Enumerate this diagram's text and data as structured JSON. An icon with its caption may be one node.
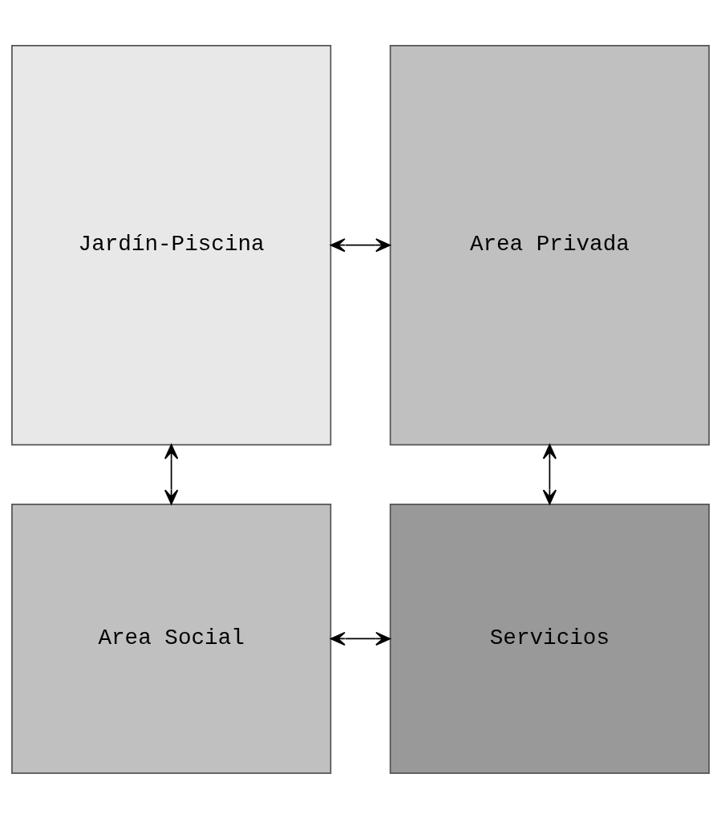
{
  "diagram": {
    "nodes": [
      {
        "text": [
          "Jardín-Piscina"
        ]
      },
      {
        "text": [
          "Area Privada"
        ]
      },
      {
        "text": [
          "Area Social"
        ]
      },
      {
        "text": [
          "Servicios"
        ]
      }
    ],
    "edges": [
      {
        "from": 0,
        "to": 1,
        "arrow": "both"
      },
      {
        "from": 0,
        "to": 2,
        "arrow": "both"
      },
      {
        "from": 1,
        "to": 3,
        "arrow": "both"
      },
      {
        "from": 2,
        "to": 3,
        "arrow": "both"
      }
    ]
  }
}
